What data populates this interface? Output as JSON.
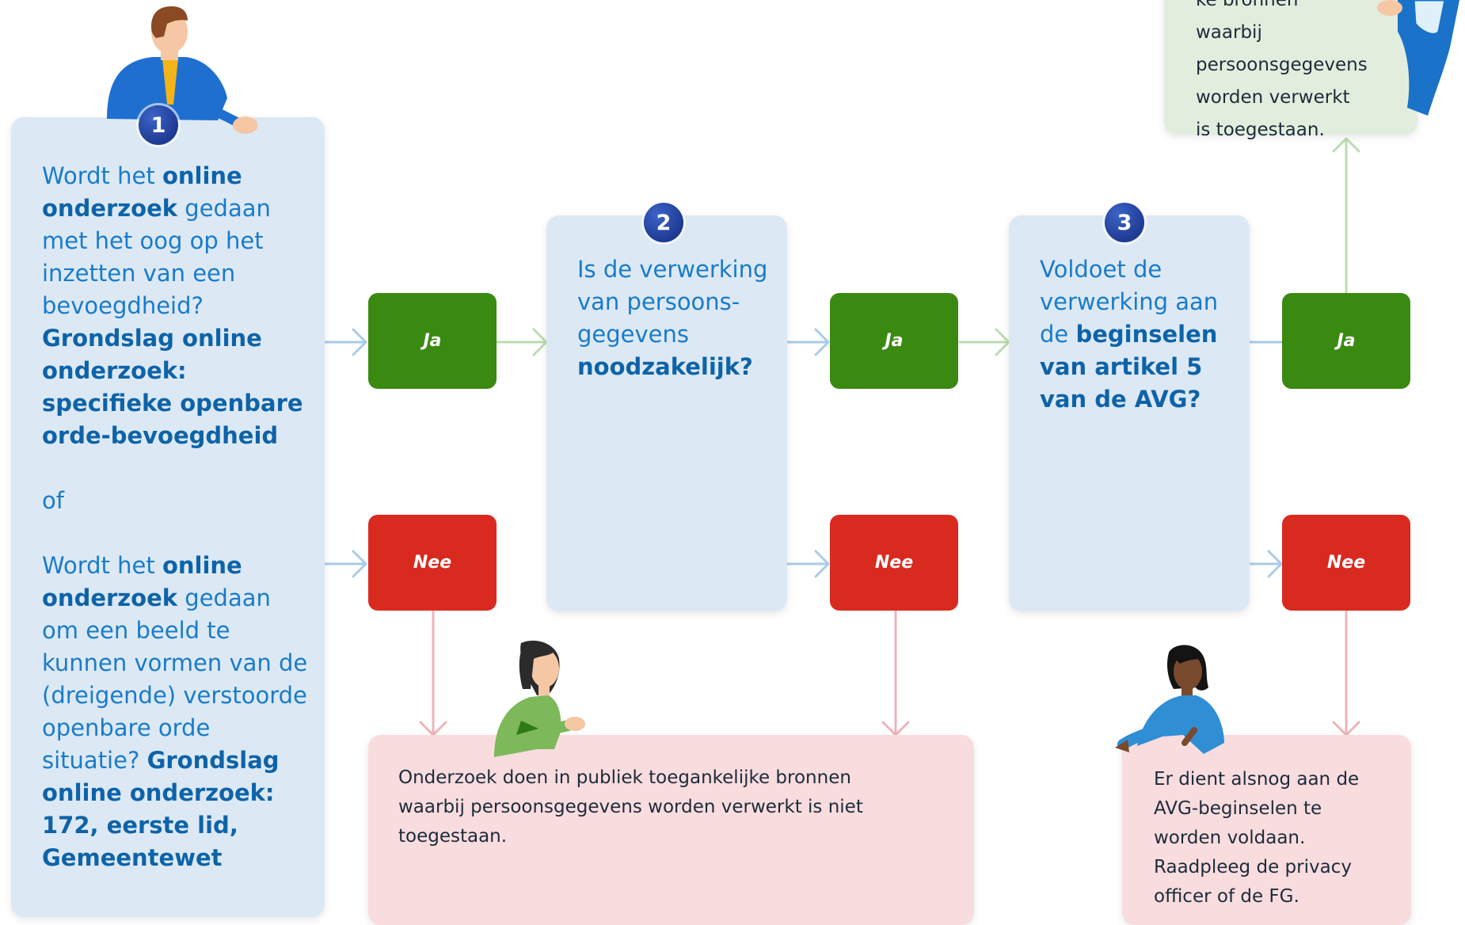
{
  "step1": {
    "number": "1",
    "q1_p1": "Wordt het ",
    "q1_b1": "online onderzoek",
    "q1_p2": " gedaan met het oog op het inzetten van een bevoegdheid?",
    "q1_b2": "Grondslag online onderzoek: specifieke openbare orde-bevoegdheid",
    "or": "of",
    "q2_p1": "Wordt het ",
    "q2_b1": "online onderzoek",
    "q2_p2": " gedaan om een beeld te kunnen vormen van de (dreigende) verstoorde openbare orde situatie? ",
    "q2_b2": "Grondslag online onderzoek: 172, eerste lid, Gemeentewet"
  },
  "step2": {
    "number": "2",
    "p1": "Is de verwerking van persoons­gegevens ",
    "b1": "noodzakelijk?"
  },
  "step3": {
    "number": "3",
    "p1": "Voldoet de verwerking aan de ",
    "b1": "beginselen van artikel 5 van de AVG?"
  },
  "buttons": {
    "ja": "Ja",
    "nee": "Nee"
  },
  "outcomes": {
    "allowed": "ke bronnen waarbij persoonsgegevens worden verwerkt is toegestaan.",
    "not_allowed": "Onderzoek doen in publiek toegankelijke bronnen waarbij persoonsgegevens worden verwerkt is niet toegestaan.",
    "avg": "Er dient alsnog aan de AVG-beginselen te worden voldaan. Raadpleeg de privacy officer of de FG."
  },
  "colors": {
    "ja": "#3a8a11",
    "nee": "#d92a20",
    "question_box": "#dce9f5",
    "outcome_ok": "#e2eedd",
    "outcome_bad": "#f8dcde",
    "badge": "#1f3a93"
  }
}
